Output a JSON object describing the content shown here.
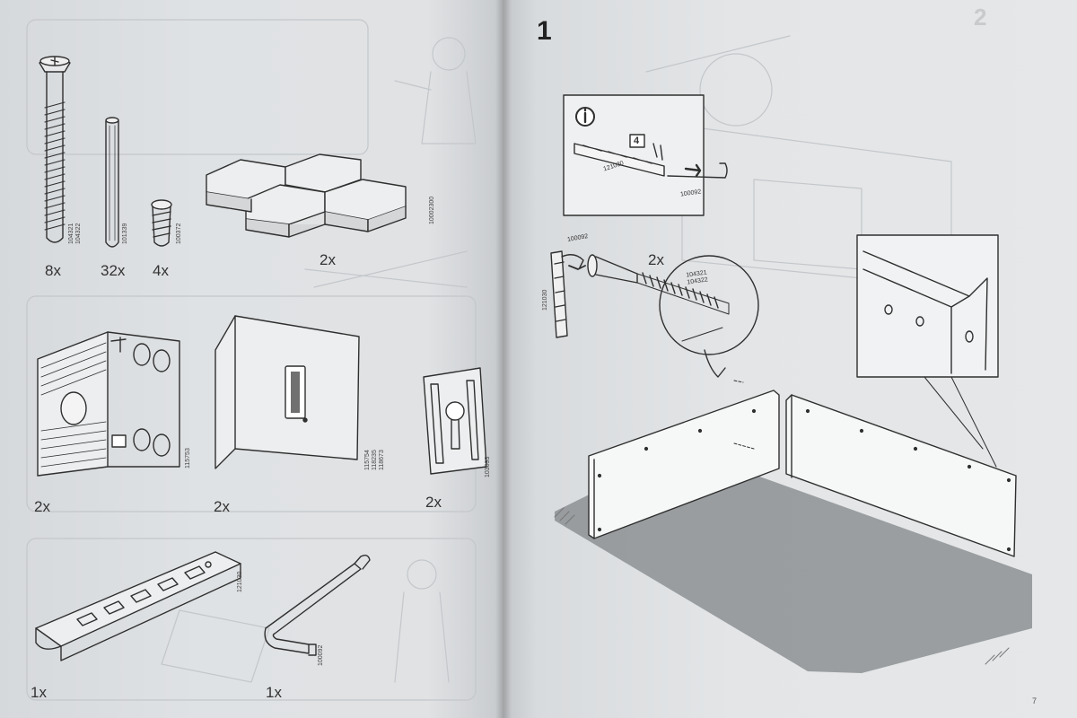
{
  "left_page": {
    "parts": [
      {
        "name": "long-screw",
        "qty": "8x",
        "part_numbers": "104321\n104322"
      },
      {
        "name": "dowel",
        "qty": "32x",
        "part_numbers": "101339"
      },
      {
        "name": "short-screw",
        "qty": "4x",
        "part_numbers": "100372"
      },
      {
        "name": "hexagon-panels",
        "qty": "2x",
        "part_numbers": "10002300"
      },
      {
        "name": "corner-bracket",
        "qty": "2x",
        "part_numbers": "115753"
      },
      {
        "name": "angle-bracket",
        "qty": "2x",
        "part_numbers": "115754\n118235\n118673"
      },
      {
        "name": "wall-plate",
        "qty": "2x",
        "part_numbers": "103693"
      },
      {
        "name": "connector-rail",
        "qty": "1x",
        "part_numbers": "121030"
      },
      {
        "name": "allen-key",
        "qty": "1x",
        "part_numbers": "100092"
      }
    ]
  },
  "right_page": {
    "step_number": "1",
    "ghost_step": "2",
    "info_box": {
      "icon": "info-icon",
      "badge": "4",
      "rail_part": "121030",
      "key_part": "100092"
    },
    "detail": {
      "key_part": "100092",
      "rail_part": "121030",
      "screw_qty": "2x",
      "screw_parts": "104321\n104322"
    },
    "page_number": "7"
  }
}
